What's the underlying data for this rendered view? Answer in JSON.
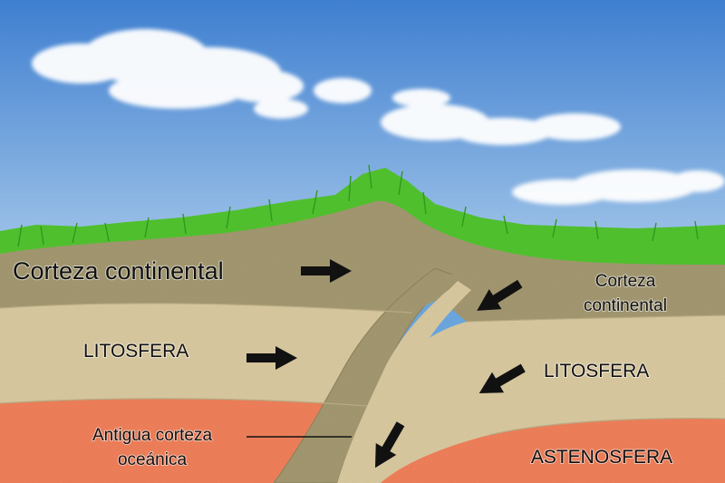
{
  "labels": {
    "corteza_continental_left": "Corteza continental",
    "corteza_continental_right_line1": "Corteza",
    "corteza_continental_right_line2": "continental",
    "litosfera_left": "LITOSFERA",
    "litosfera_right": "LITOSFERA",
    "antigua_corteza_line1": "Antigua corteza",
    "antigua_corteza_line2": "oceánica",
    "astenosfera": "ASTENOSFERA"
  },
  "colors": {
    "sky_top": "#3f7fd0",
    "sky_bottom": "#a7c9ea",
    "grass": "#4fbf2e",
    "crust": "#a39870",
    "lithosphere": "#d9c9a0",
    "asthenosphere": "#ef7f5a",
    "arrow": "#111111"
  }
}
